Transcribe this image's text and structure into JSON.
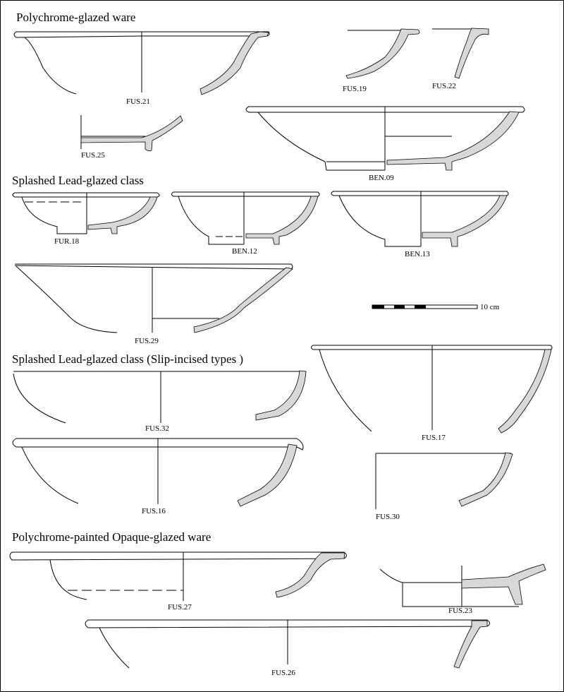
{
  "sections": [
    "Polychrome-glazed ware",
    "Splashed Lead-glazed class",
    "Splashed Lead-glazed class (Slip-incised types )",
    "Polychrome-painted Opaque-glazed ware"
  ],
  "labels": {
    "fus21": "FUS.21",
    "fus19": "FUS.19",
    "fus22": "FUS.22",
    "fus25": "FUS.25",
    "ben09": "BEN.09",
    "fur18": "FUR.18",
    "ben12": "BEN.12",
    "ben13": "BEN.13",
    "fus29": "FUS.29",
    "fus32": "FUS.32",
    "fus17": "FUS.17",
    "fus16": "FUS.16",
    "fus30": "FUS.30",
    "fus27": "FUS.27",
    "fus23": "FUS.23",
    "fus26": "FUS.26"
  },
  "scale_bar": {
    "label": "10 cm",
    "length_cm": 10
  },
  "colors": {
    "profile_fill": "#d8d8d8",
    "line": "#000000"
  }
}
